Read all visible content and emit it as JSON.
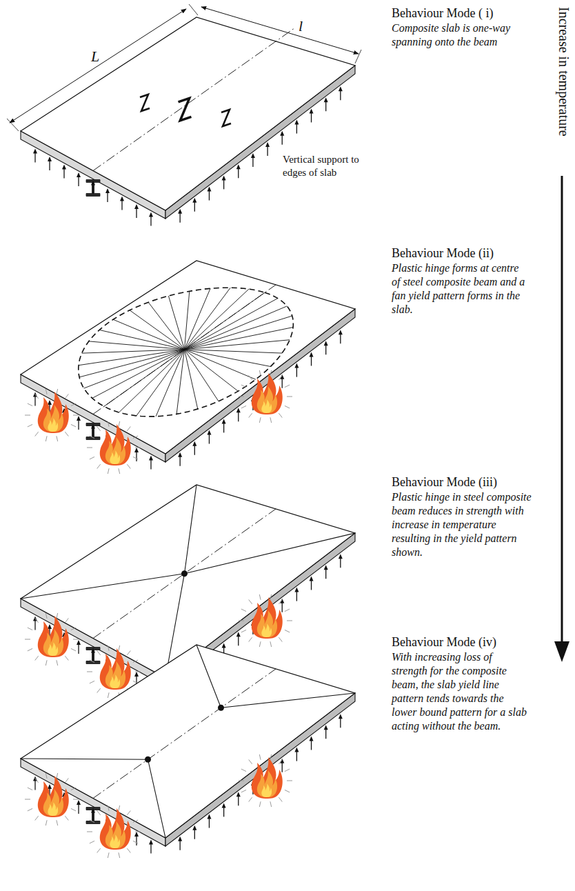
{
  "diagram": {
    "labels": [
      "L",
      "l",
      "Behaviour Mode ( i)",
      "Composite slab is one-way spanning onto the beam",
      "Vertical support to edges of slab",
      "Behaviour Mode (ii)",
      "Plastic hinge forms at centre of steel composite beam and a fan yield pattern forms in the slab.",
      "Behaviour Mode (iii)",
      "Plastic hinge in steel composite beam reduces in strength with increase in temperature resulting in the yield pattern shown.",
      "Behaviour Mode (iv)",
      "With increasing loss of strength for the composite beam, the slab yield line pattern tends towards the lower bound pattern for a slab acting without the beam.",
      "Increase in temperature"
    ]
  }
}
